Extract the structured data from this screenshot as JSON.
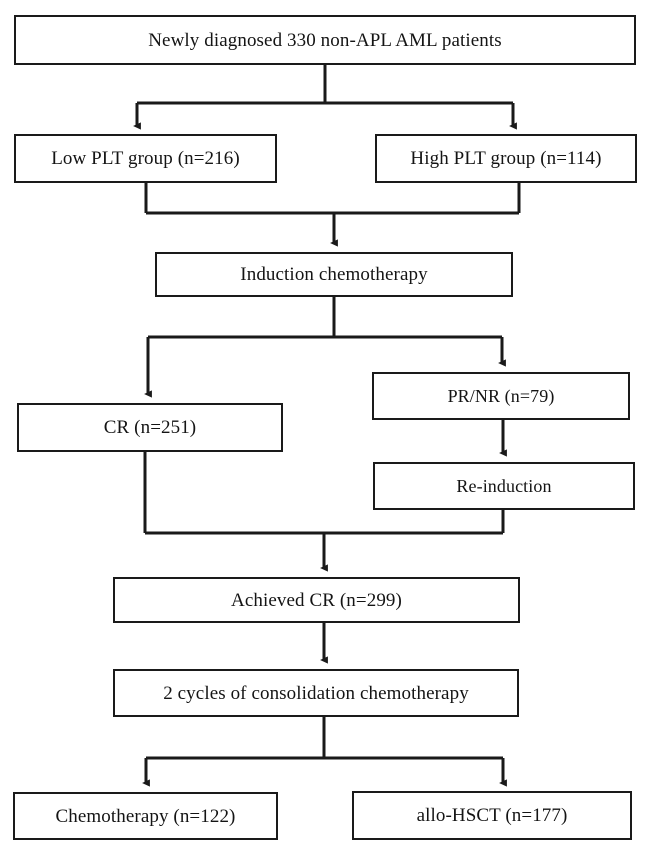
{
  "figure": {
    "type": "flowchart",
    "subject": "AML patient treatment flow",
    "background_color": "#ffffff",
    "line_color": "#1a1a1a",
    "text_color": "#141414"
  },
  "nodes": {
    "cohort": {
      "label": "Newly diagnosed 330 non-APL AML patients",
      "count": 330
    },
    "low_plt": {
      "label": "Low PLT group (n=216)",
      "count": 216
    },
    "high_plt": {
      "label": "High PLT group (n=114)",
      "count": 114
    },
    "induction": {
      "label": "Induction chemotherapy"
    },
    "cr": {
      "label": "CR (n=251)",
      "count": 251
    },
    "pr_nr": {
      "label": "PR/NR (n=79)",
      "count": 79
    },
    "reinduction": {
      "label": "Re-induction"
    },
    "achieved_cr": {
      "label": "Achieved CR (n=299)",
      "count": 299
    },
    "consolidation": {
      "label": "2 cycles of consolidation chemotherapy"
    },
    "chemotherapy": {
      "label": "Chemotherapy (n=122)",
      "count": 122
    },
    "allo_hsct": {
      "label": "allo-HSCT (n=177)",
      "count": 177
    }
  },
  "edges": [
    {
      "from": "cohort",
      "to": "low_plt"
    },
    {
      "from": "cohort",
      "to": "high_plt"
    },
    {
      "from": "low_plt",
      "to": "induction"
    },
    {
      "from": "high_plt",
      "to": "induction"
    },
    {
      "from": "induction",
      "to": "cr"
    },
    {
      "from": "induction",
      "to": "pr_nr"
    },
    {
      "from": "pr_nr",
      "to": "reinduction"
    },
    {
      "from": "cr",
      "to": "achieved_cr"
    },
    {
      "from": "reinduction",
      "to": "achieved_cr"
    },
    {
      "from": "achieved_cr",
      "to": "consolidation"
    },
    {
      "from": "consolidation",
      "to": "chemotherapy"
    },
    {
      "from": "consolidation",
      "to": "allo_hsct"
    }
  ]
}
